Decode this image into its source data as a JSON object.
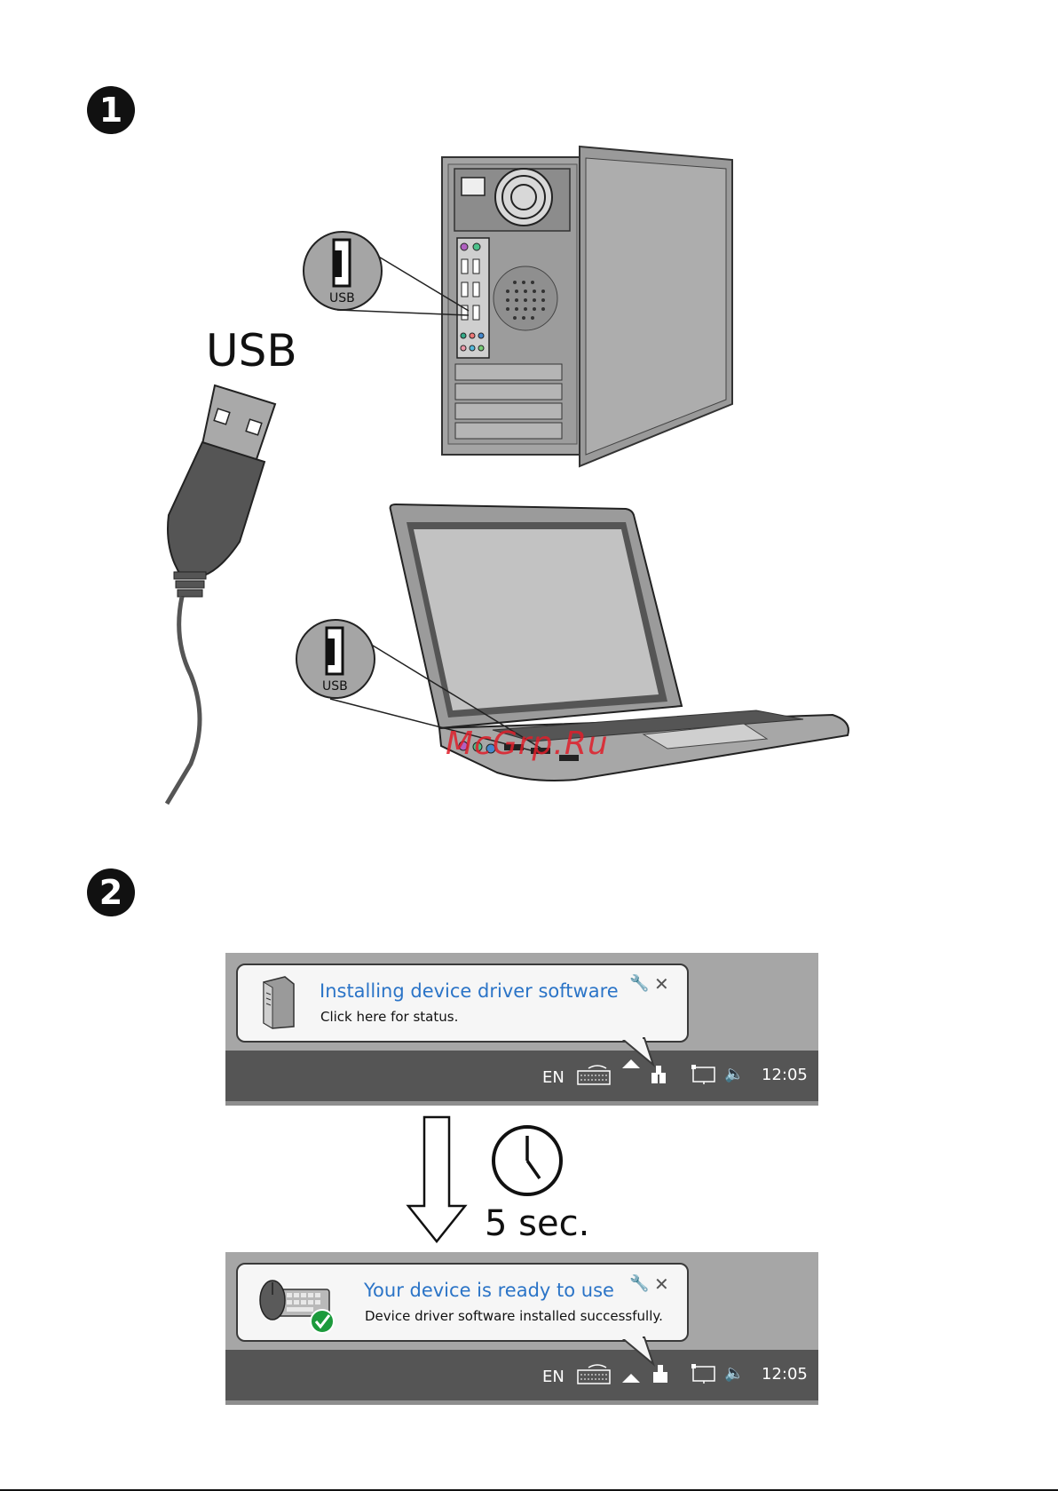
{
  "step1": {
    "badge": "1",
    "usb_label": "USB",
    "port_callout_desktop": "USB",
    "port_callout_laptop": "USB"
  },
  "watermark": "McGrp.Ru",
  "step2": {
    "badge": "2",
    "before": {
      "balloon_title": "Installing device driver software",
      "balloon_subtitle": "Click here for status.",
      "language": "EN",
      "clock": "12:05"
    },
    "wait": {
      "label": "5 sec."
    },
    "after": {
      "balloon_title": "Your device is ready to use",
      "balloon_subtitle": "Device driver software installed successfully.",
      "language": "EN",
      "clock": "12:05"
    }
  },
  "colors": {
    "accent_blue": "#2b74c7",
    "taskbar": "#555555",
    "tray_bg": "#a6a6a6",
    "success_green": "#1c9a3c"
  },
  "icons": [
    "close-icon",
    "wrench-icon",
    "clock-icon",
    "arrow-down-icon",
    "keyboard-icon",
    "speaker-icon",
    "network-icon",
    "usb-icon"
  ]
}
